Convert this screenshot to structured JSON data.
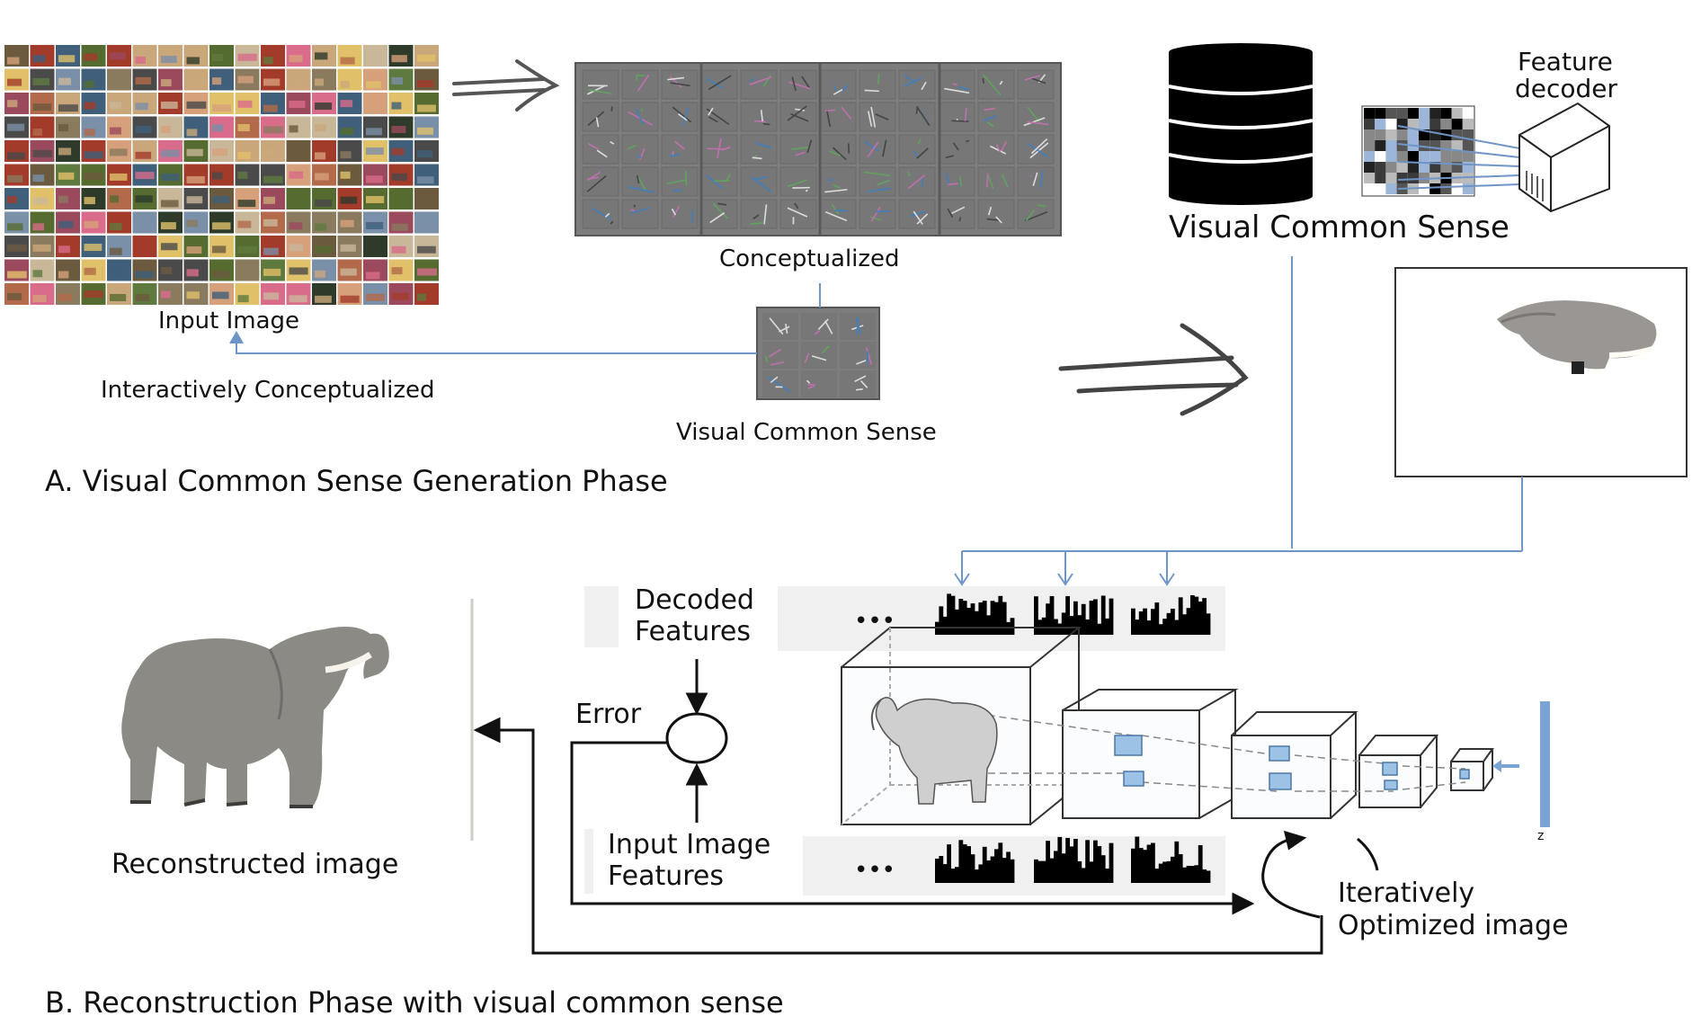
{
  "phase_a": {
    "title": "A. Visual Common Sense Generation Phase",
    "input_image_label": "Input Image",
    "conceptualized_label": "Conceptualized",
    "visual_common_sense_small": "Visual Common  Sense",
    "interactive_label": "Interactively Conceptualized",
    "visual_common_sense_big": "Visual Common Sense",
    "feature_decoder_line1": "Feature",
    "feature_decoder_line2": "decoder"
  },
  "phase_b": {
    "title": "B. Reconstruction Phase with visual common sense",
    "decoded_line1": "Decoded",
    "decoded_line2": "Features",
    "error_label": "Error",
    "input_features_line1": "Input Image",
    "input_features_line2": "Features",
    "dots": "•••",
    "iter_line1": "Iteratively",
    "iter_line2": "Optimized image",
    "reconstructed_label": "Reconstructed image",
    "z_label": "z"
  },
  "colors": {
    "arrow_blue": "#6f95c8",
    "cube_blue": "#9cc3e6",
    "bar_blue": "#7aa4d6",
    "panel_gray": "#f0f0f0",
    "filter_gray": "#7d7d7d"
  }
}
